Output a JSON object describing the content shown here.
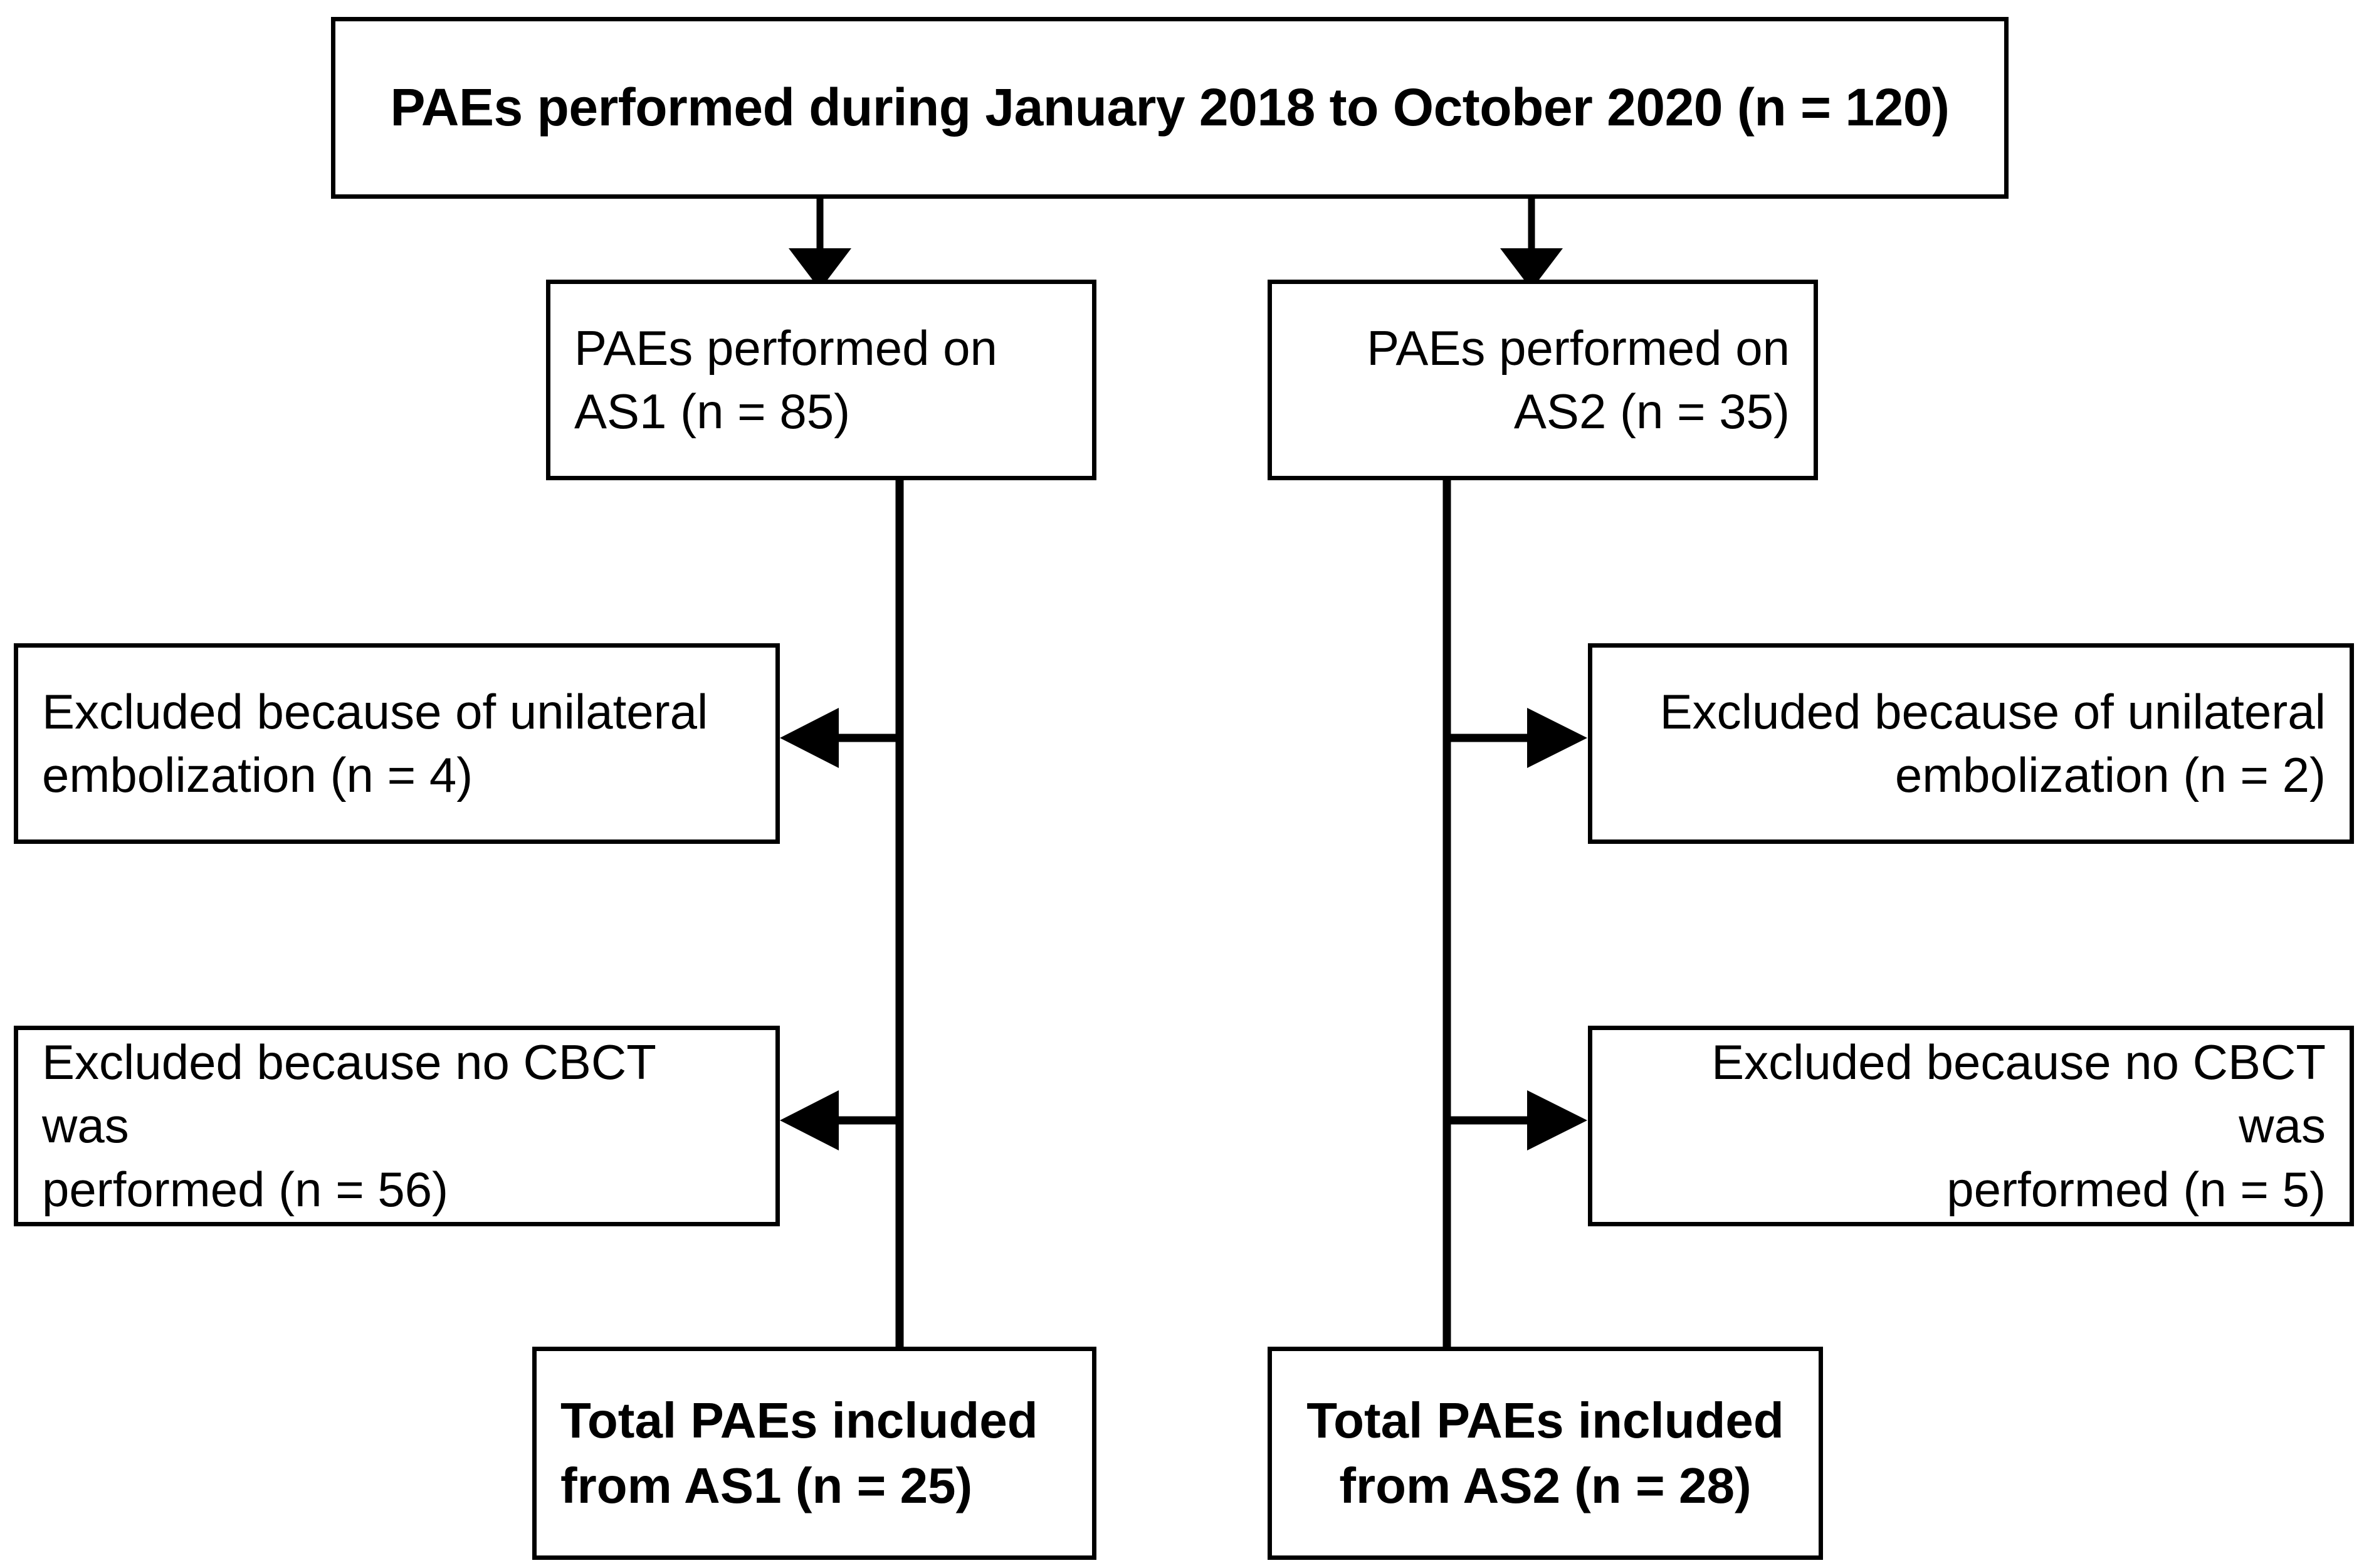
{
  "diagram": {
    "title": "PAE study inclusion flowchart",
    "type": "flowchart",
    "orientation": "top-down",
    "line_color": "#000000",
    "box_fill": "#ffffff",
    "text_color": "#000000"
  },
  "nodes": {
    "top": {
      "id": "top",
      "text": "PAEs performed during January 2018 to October 2020 (n = 120)",
      "label": "PAEs performed during January 2018 to October 2020",
      "count": 120,
      "bold": true,
      "align": "center"
    },
    "as1": {
      "id": "as1",
      "text": "PAEs performed on\nAS1 (n = 85)",
      "label": "PAEs performed on AS1",
      "count": 85,
      "bold": false,
      "align": "left"
    },
    "as2": {
      "id": "as2",
      "text": "PAEs performed on\nAS2 (n = 35)",
      "label": "PAEs performed on AS2",
      "count": 35,
      "bold": false,
      "align": "right"
    },
    "excluded_left_1": {
      "id": "excluded-left-1",
      "text": "Excluded because of unilateral\nembolization (n = 4)",
      "label": "Excluded because of unilateral embolization",
      "count": 4,
      "bold": false,
      "align": "left"
    },
    "excluded_right_1": {
      "id": "excluded-right-1",
      "text": "Excluded because of unilateral\nembolization (n = 2)",
      "label": "Excluded because of unilateral embolization",
      "count": 2,
      "bold": false,
      "align": "right"
    },
    "excluded_left_2": {
      "id": "excluded-left-2",
      "text": "Excluded because no CBCT was\nperformed (n = 56)",
      "label": "Excluded because no CBCT was performed",
      "count": 56,
      "bold": false,
      "align": "left"
    },
    "excluded_right_2": {
      "id": "excluded-right-2",
      "text": "Excluded because no CBCT was\nperformed (n = 5)",
      "label": "Excluded because no CBCT was performed",
      "count": 5,
      "bold": false,
      "align": "right"
    },
    "total_as1": {
      "id": "total-as1",
      "text": "Total PAEs included\nfrom AS1 (n = 25)",
      "label": "Total PAEs included from AS1",
      "count": 25,
      "bold": true,
      "align": "left"
    },
    "total_as2": {
      "id": "total-as2",
      "text": "Total PAEs included\nfrom AS2 (n = 28)",
      "label": "Total PAEs included from AS2",
      "count": 28,
      "bold": true,
      "align": "center"
    }
  },
  "edges": [
    {
      "id": "top-to-as1",
      "from": "top",
      "to": "as1",
      "arrow": "down"
    },
    {
      "id": "top-to-as2",
      "from": "top",
      "to": "as2",
      "arrow": "down"
    },
    {
      "id": "as1-to-excluded-left-1",
      "from": "as1",
      "to": "excluded_left_1",
      "arrow": "left"
    },
    {
      "id": "as1-to-excluded-left-2",
      "from": "as1",
      "to": "excluded_left_2",
      "arrow": "left"
    },
    {
      "id": "as1-to-total-as1",
      "from": "as1",
      "to": "total_as1",
      "arrow": "none"
    },
    {
      "id": "as2-to-excluded-right-1",
      "from": "as2",
      "to": "excluded_right_1",
      "arrow": "right"
    },
    {
      "id": "as2-to-excluded-right-2",
      "from": "as2",
      "to": "excluded_right_2",
      "arrow": "right"
    },
    {
      "id": "as2-to-total-as2",
      "from": "as2",
      "to": "total_as2",
      "arrow": "none"
    }
  ]
}
